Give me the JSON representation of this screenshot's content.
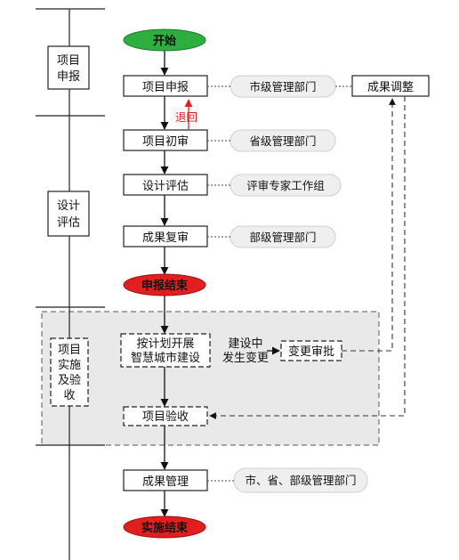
{
  "lanes": [
    "项目\n申报",
    "设计\n评估",
    "项目\n实施\n及验\n收"
  ],
  "lane_labels": {
    "lane1_line1": "项目",
    "lane1_line2": "申报",
    "lane2_line1": "设计",
    "lane2_line2": "评估",
    "lane3_line1": "项目",
    "lane3_line2": "实施",
    "lane3_line3": "及验",
    "lane3_line4": "收"
  },
  "nodes": {
    "start": "开始",
    "project_apply": "项目申报",
    "initial_review": "项目初审",
    "design_eval": "设计评估",
    "result_recheck": "成果复审",
    "apply_end": "申报结束",
    "build_line1": "按计划开展",
    "build_line2": "智慧城市建设",
    "change_approval": "变更审批",
    "project_accept": "项目验收",
    "result_manage": "成果管理",
    "impl_end": "实施结束",
    "result_adjust": "成果调整"
  },
  "departments": {
    "city": "市级管理部门",
    "province": "省级管理部门",
    "expert": "评审专家工作组",
    "ministry": "部级管理部门",
    "all": "市、省、部级管理部门"
  },
  "edge_labels": {
    "return": "退回",
    "change_line1": "建设中",
    "change_line2": "发生变更"
  },
  "colors": {
    "start_fill": "#2eae3f",
    "end_fill": "#e21f1f",
    "return_arrow": "#e21f1f",
    "impl_zone": "#e9e9e9"
  }
}
